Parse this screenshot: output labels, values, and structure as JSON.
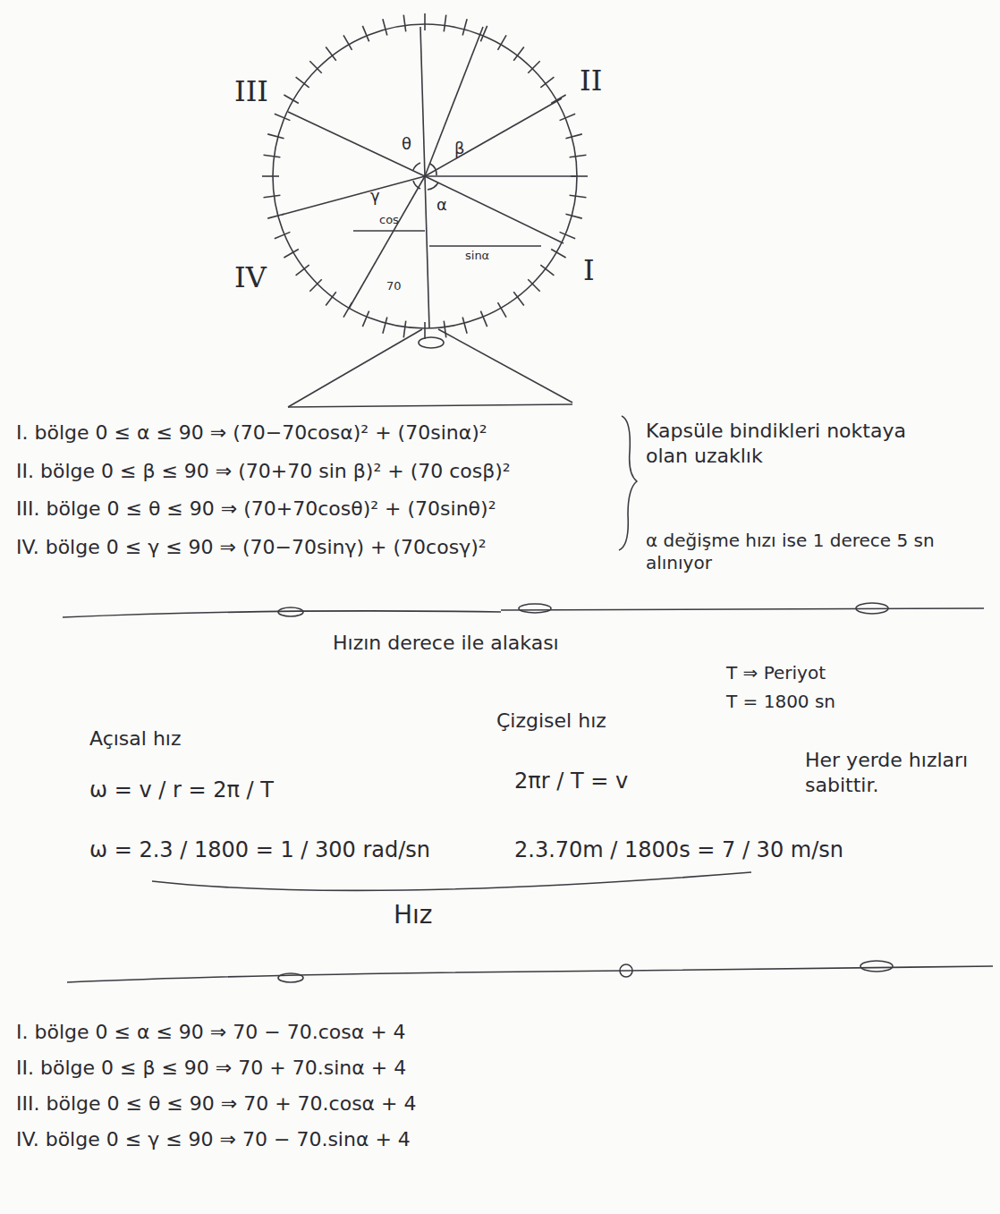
{
  "diagram": {
    "labels": [
      "III",
      "II",
      "IV",
      "I",
      "θ",
      "β",
      "γ",
      "α",
      "cos",
      "sinα",
      "70",
      "I. bölge 0 ≤ α ≤ 90 ⇒ (70−70cosα)² + (70sinα)²",
      "II. bölge 0 ≤ β ≤ 90 ⇒ (70+70 sin β)² + (70 cosβ)²",
      "III. bölge 0 ≤ θ ≤ 90 ⇒ (70+70cosθ)² + (70sinθ)²",
      "IV. bölge 0 ≤ γ ≤ 90 ⇒ (70−70sinγ) + (70cosγ)²",
      "Kapsüle bindikleri noktaya olan uzaklık",
      "α değişme hızı ise 1 derece 5 sn alınıyor",
      "Hızın derece ile alakası",
      "T ⇒ Periyot",
      "T = 1800 sn",
      "Açısal hız",
      "Çizgisel hız",
      "ω = v / r = 2π / T",
      "2πr / T = v",
      "Her yerde hızları sabittir.",
      "ω = 2.3 / 1800 = 1 / 300 rad/sn",
      "2.3.70m / 1800s = 7 / 30 m/sn",
      "Hız",
      "I. bölge 0 ≤ α ≤ 90 ⇒ 70 − 70.cosα + 4",
      "II. bölge 0 ≤ β ≤ 90 ⇒ 70 + 70.sinα + 4",
      "III. bölge 0 ≤ θ ≤ 90 ⇒ 70 + 70.cosα + 4",
      "IV. bölge 0 ≤ γ ≤ 90 ⇒ 70 − 70.sinα + 4"
    ]
  }
}
